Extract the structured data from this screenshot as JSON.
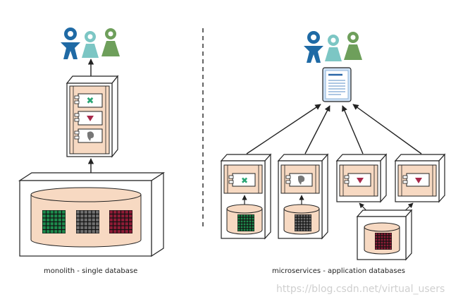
{
  "captions": {
    "left": "monolith - single database",
    "right": "microservices - application databases"
  },
  "watermark": "https://blog.csdn.net/virtual_users",
  "colors": {
    "peach": "#f7d9c2",
    "outline": "#222222",
    "user_blue": "#1f6aa5",
    "user_teal": "#7cc6c4",
    "user_green": "#6e9f5b",
    "grid_green": "#1e8a4c",
    "grid_gray": "#6f6f6f",
    "grid_red": "#8e1c36",
    "icon_green": "#2aa574",
    "icon_red": "#a8284a",
    "icon_gray": "#777777",
    "doc_blue": "#cfe2f6"
  },
  "icons": [
    "person-icon",
    "cross-icon",
    "heart-icon",
    "blob-icon",
    "document-icon",
    "database-icon"
  ]
}
